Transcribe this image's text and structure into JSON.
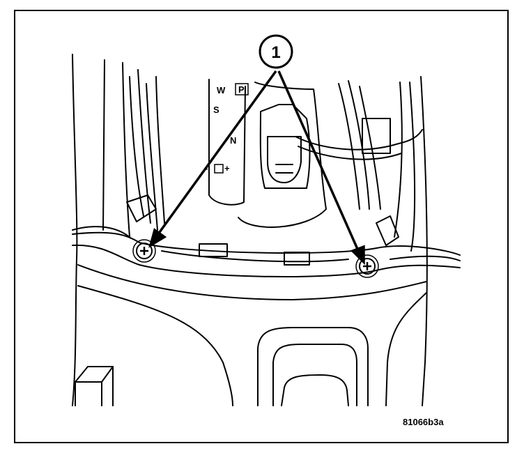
{
  "diagram": {
    "callout": {
      "number": "1"
    },
    "shifter_labels": [
      "W",
      "P",
      "S",
      "N",
      "-",
      "+"
    ],
    "figure_id": "81066b3a"
  }
}
